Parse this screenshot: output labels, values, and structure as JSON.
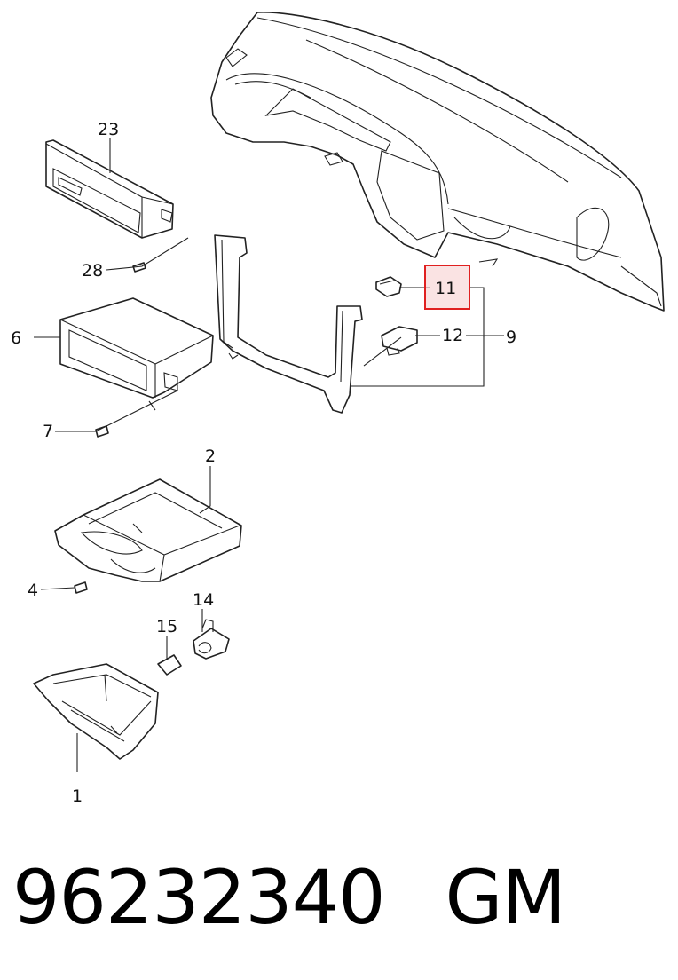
{
  "callouts": {
    "c1": "1",
    "c2": "2",
    "c4": "4",
    "c6": "6",
    "c7": "7",
    "c9": "9",
    "c11": "11",
    "c12": "12",
    "c14": "14",
    "c15": "15",
    "c23": "23",
    "c28": "28"
  },
  "highlighted_callout": "11",
  "footer": {
    "part_number": "96232340",
    "brand": "GM"
  },
  "colors": {
    "highlight_border": "#e02020",
    "highlight_fill": "#f7d0d0"
  }
}
